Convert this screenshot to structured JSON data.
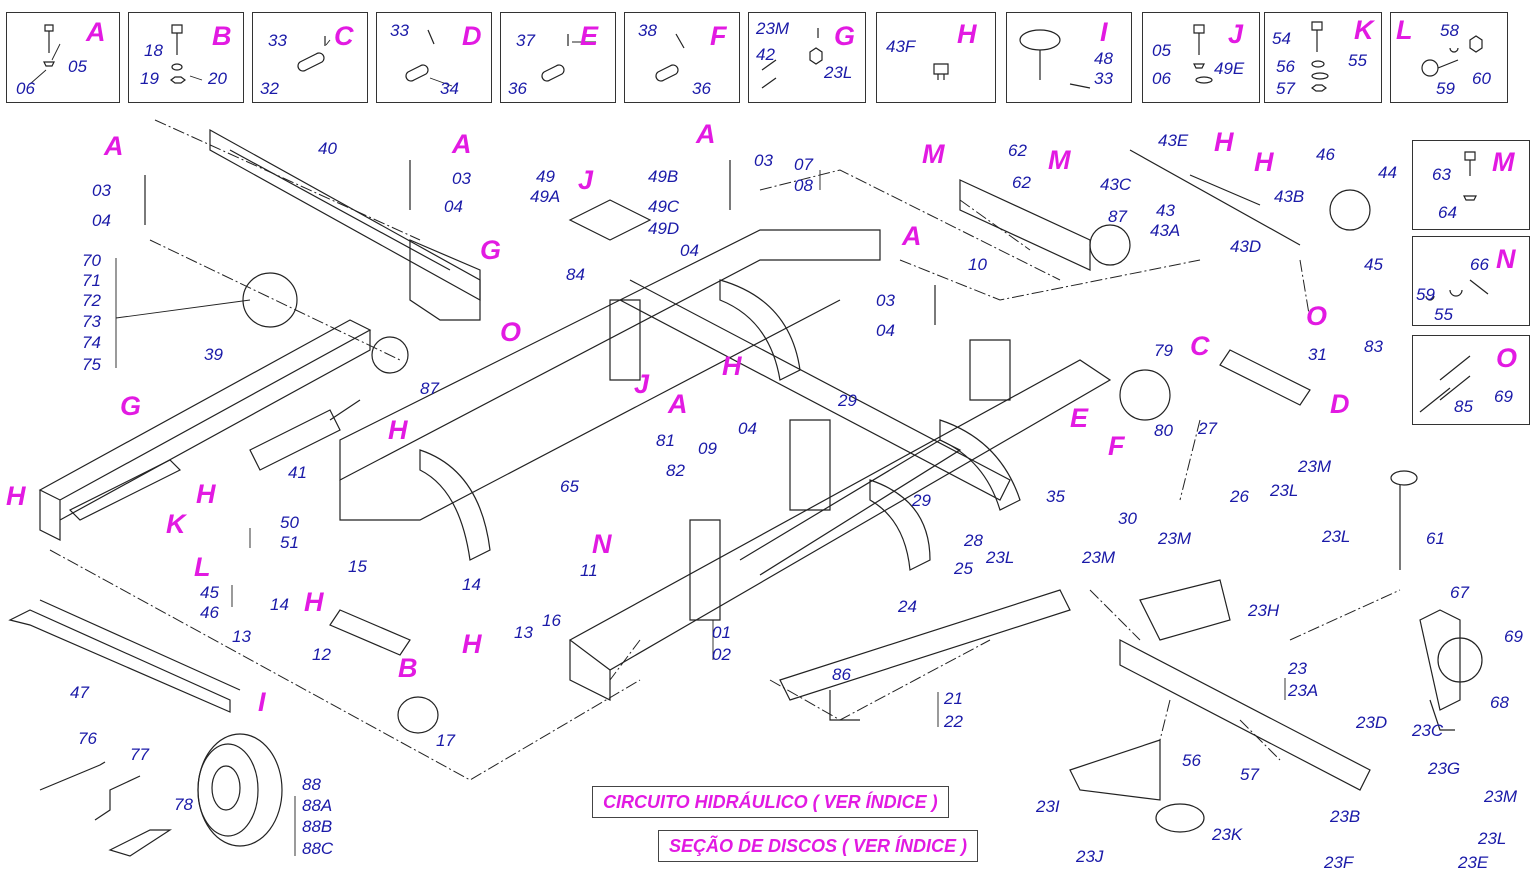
{
  "key_boxes": [
    {
      "letter": "A",
      "parts": [
        "05",
        "06"
      ]
    },
    {
      "letter": "B",
      "parts": [
        "18",
        "19",
        "20"
      ]
    },
    {
      "letter": "C",
      "parts": [
        "33",
        "32"
      ]
    },
    {
      "letter": "D",
      "parts": [
        "33",
        "34"
      ]
    },
    {
      "letter": "E",
      "parts": [
        "37",
        "36"
      ]
    },
    {
      "letter": "F",
      "parts": [
        "38",
        "36"
      ]
    },
    {
      "letter": "G",
      "parts": [
        "23M",
        "42",
        "23L"
      ]
    },
    {
      "letter": "H",
      "parts": [
        "43F"
      ]
    },
    {
      "letter": "I",
      "parts": [
        "48",
        "33"
      ]
    },
    {
      "letter": "J",
      "parts": [
        "05",
        "06",
        "49E"
      ]
    },
    {
      "letter": "K",
      "parts": [
        "54",
        "56",
        "55",
        "57"
      ]
    },
    {
      "letter": "L",
      "parts": [
        "58",
        "59",
        "60"
      ]
    },
    {
      "letter": "M",
      "parts": [
        "63",
        "64"
      ]
    },
    {
      "letter": "N",
      "parts": [
        "59",
        "66",
        "55"
      ]
    },
    {
      "letter": "O",
      "parts": [
        "69",
        "85"
      ]
    }
  ],
  "callout_letters": [
    "A",
    "A",
    "A",
    "A",
    "M",
    "M",
    "H",
    "H",
    "G",
    "G",
    "H",
    "H",
    "H",
    "H",
    "H",
    "H",
    "J",
    "J",
    "O",
    "O",
    "O",
    "K",
    "L",
    "N",
    "B",
    "I",
    "C",
    "D",
    "E",
    "F",
    "A"
  ],
  "part_labels": [
    "40",
    "03",
    "04",
    "03",
    "04",
    "03",
    "04",
    "03",
    "04",
    "70",
    "71",
    "72",
    "73",
    "74",
    "75",
    "39",
    "87",
    "41",
    "50",
    "51",
    "45",
    "46",
    "14",
    "13",
    "12",
    "15",
    "14",
    "13",
    "16",
    "11",
    "65",
    "17",
    "47",
    "49",
    "49A",
    "49B",
    "49C",
    "49D",
    "84",
    "81",
    "82",
    "09",
    "04",
    "29",
    "03",
    "07",
    "08",
    "04",
    "62",
    "62",
    "10",
    "87",
    "43E",
    "43C",
    "43",
    "43A",
    "43D",
    "43B",
    "46",
    "44",
    "45",
    "83",
    "79",
    "80",
    "31",
    "27",
    "26",
    "23M",
    "23L",
    "30",
    "35",
    "28",
    "29",
    "25",
    "24",
    "23L",
    "23M",
    "23M",
    "23L",
    "23H",
    "61",
    "67",
    "69",
    "68",
    "23",
    "23A",
    "23D",
    "23C",
    "23G",
    "23M",
    "23L",
    "23E",
    "23F",
    "23B",
    "56",
    "57",
    "23I",
    "23K",
    "23J",
    "86",
    "21",
    "22",
    "01",
    "02",
    "76",
    "77",
    "78",
    "88",
    "88A",
    "88B",
    "88C"
  ],
  "notes": {
    "hydraulic": "CIRCUITO HIDRÁULICO ( VER ÍNDICE )",
    "discs": "SEÇÃO DE DISCOS ( VER ÍNDICE )"
  },
  "colors": {
    "part_label": "#1a1aa8",
    "callout": "#e21ae2",
    "line": "#222222"
  }
}
